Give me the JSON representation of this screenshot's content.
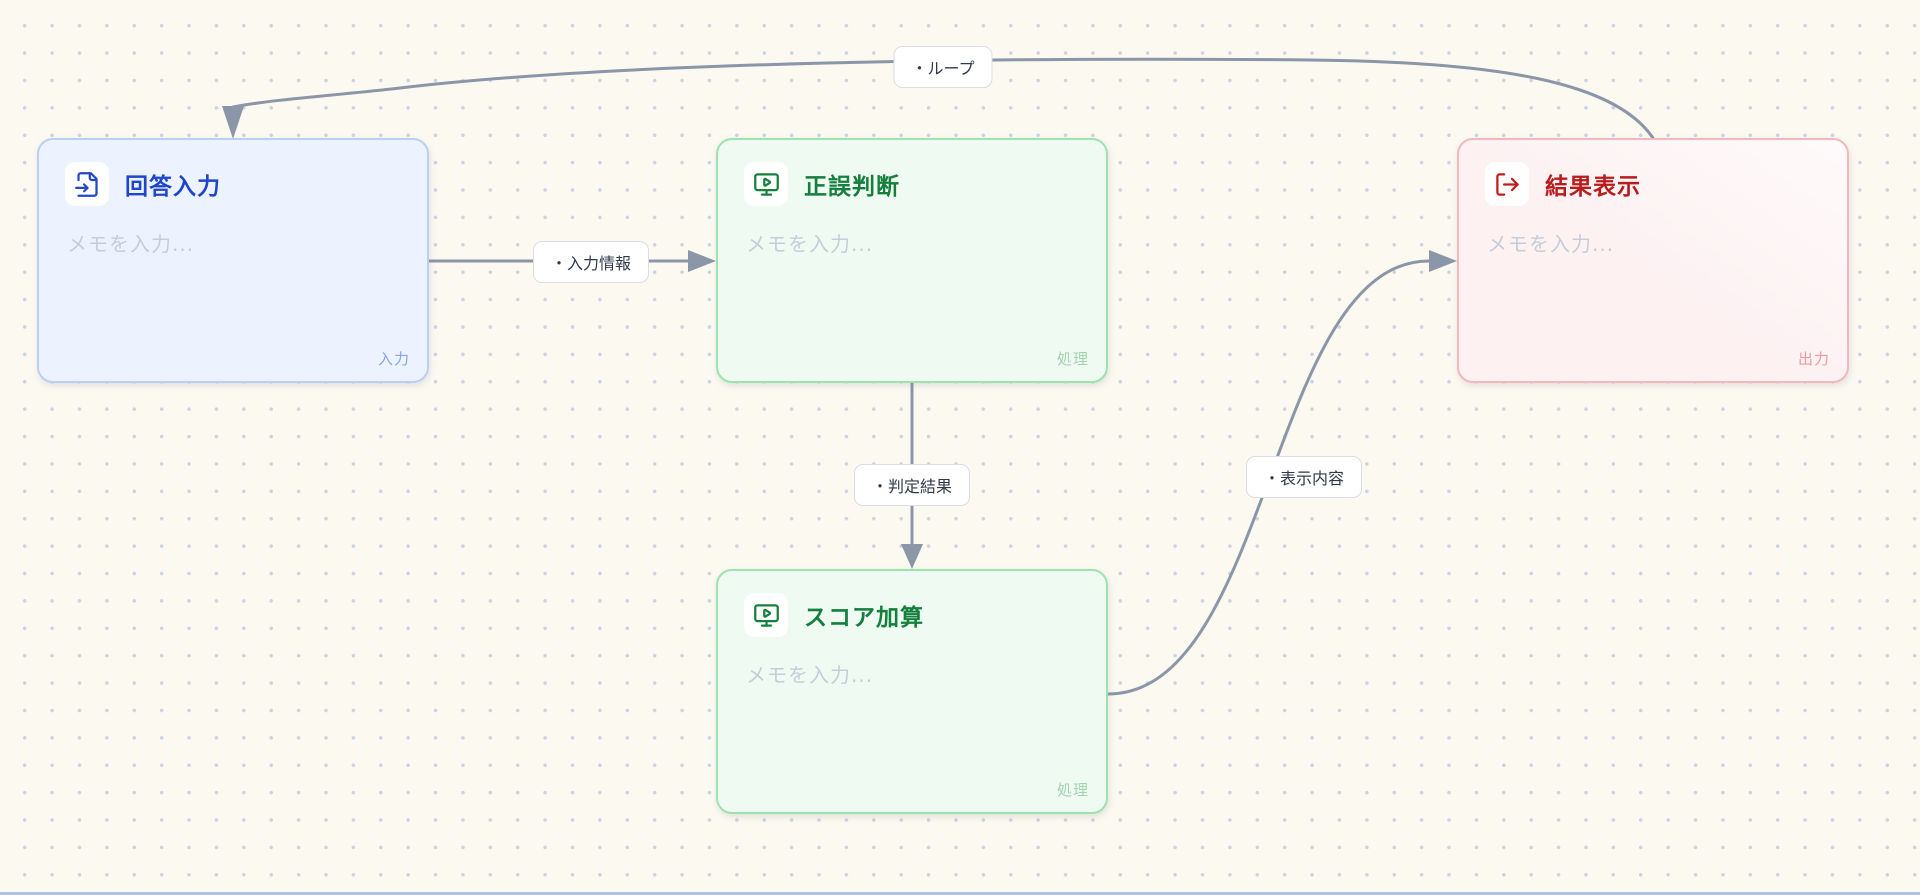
{
  "canvas": {
    "background": "#fcf9f1",
    "dot_color": "#c9d3e2",
    "edge_color": "#8b96a9",
    "bottom_bar_color": "#b3c2e0"
  },
  "nodes": [
    {
      "title": "回答入力",
      "memo_placeholder": "メモを入力...",
      "type_badge": "入力",
      "icon": "file-input-icon",
      "title_color": "#1e46c8",
      "bg": "#ecf3fe",
      "border": "#b9d0f4",
      "badge_color": "#84a5e8"
    },
    {
      "title": "正誤判断",
      "memo_placeholder": "メモを入力...",
      "type_badge": "処理",
      "icon": "monitor-play-icon",
      "title_color": "#15803d",
      "bg": "#effaf2",
      "border": "#9ce3b0",
      "badge_color": "#a3d2af"
    },
    {
      "title": "スコア加算",
      "memo_placeholder": "メモを入力...",
      "type_badge": "処理",
      "icon": "monitor-play-icon",
      "title_color": "#15803d",
      "bg": "#effaf2",
      "border": "#9ce3b0",
      "badge_color": "#a3d2af"
    },
    {
      "title": "結果表示",
      "memo_placeholder": "メモを入力...",
      "type_badge": "出力",
      "icon": "log-out-icon",
      "title_color": "#b91c1c",
      "bg": "#fdf1f2",
      "border": "#f2b8bc",
      "badge_color": "#ee9aa2"
    }
  ],
  "edges": [
    {
      "label": "・入力情報",
      "from": "回答入力",
      "to": "正誤判断"
    },
    {
      "label": "・判定結果",
      "from": "正誤判断",
      "to": "スコア加算"
    },
    {
      "label": "・表示内容",
      "from": "スコア加算",
      "to": "結果表示"
    },
    {
      "label": "・ループ",
      "from": "結果表示",
      "to": "回答入力"
    }
  ]
}
